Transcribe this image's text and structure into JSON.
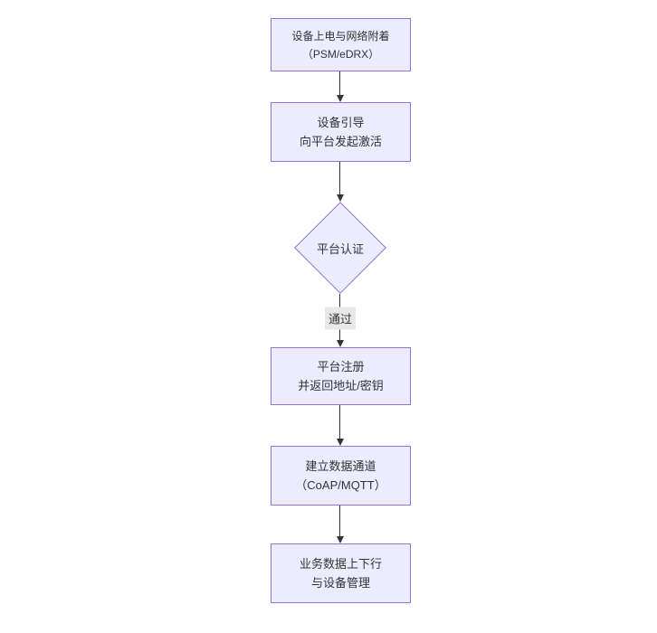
{
  "diagram": {
    "type": "flowchart-top-down",
    "colors": {
      "node_fill": "#ECECFF",
      "node_border": "#9370DB",
      "arrow_color": "#333333",
      "edge_label_bg": "#e8e8e8",
      "text_color": "#333333",
      "canvas_bg": "#ffffff"
    },
    "nodes": [
      {
        "id": "A",
        "shape": "rect",
        "line1": "设备上电与网络附着",
        "line2": "（PSM/eDRX）"
      },
      {
        "id": "B",
        "shape": "rect",
        "line1": "设备引导",
        "line2": "向平台发起激活"
      },
      {
        "id": "C",
        "shape": "diamond",
        "line1": "平台认证",
        "line2": ""
      },
      {
        "id": "D",
        "shape": "rect",
        "line1": "平台注册",
        "line2": "并返回地址/密钥"
      },
      {
        "id": "E",
        "shape": "rect",
        "line1": "建立数据通道",
        "line2": "（CoAP/MQTT）"
      },
      {
        "id": "F",
        "shape": "rect",
        "line1": "业务数据上下行",
        "line2": "与设备管理"
      }
    ],
    "edges": [
      {
        "from": "A",
        "to": "B",
        "label": ""
      },
      {
        "from": "B",
        "to": "C",
        "label": ""
      },
      {
        "from": "C",
        "to": "D",
        "label": "通过"
      },
      {
        "from": "D",
        "to": "E",
        "label": ""
      },
      {
        "from": "E",
        "to": "F",
        "label": ""
      }
    ]
  }
}
